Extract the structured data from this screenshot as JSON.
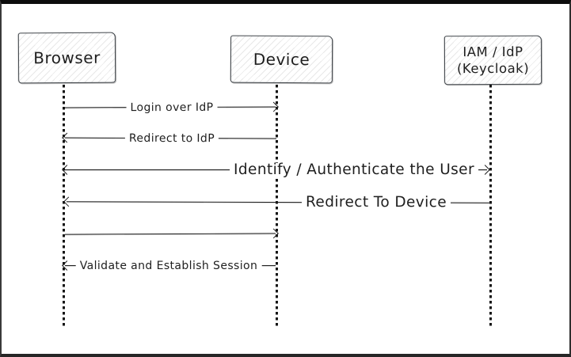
{
  "diagram": {
    "type": "sequence",
    "actors": [
      {
        "id": "browser",
        "label": "Browser"
      },
      {
        "id": "device",
        "label": "Device"
      },
      {
        "id": "iam",
        "label_line1": "IAM / IdP",
        "label_line2": "(Keycloak)"
      }
    ],
    "messages": [
      {
        "from": "Browser",
        "to": "Device",
        "direction": "right",
        "label": "Login over IdP"
      },
      {
        "from": "Device",
        "to": "Browser",
        "direction": "left",
        "label": "Redirect to IdP"
      },
      {
        "from": "Browser",
        "to": "IAM / IdP (Keycloak)",
        "direction": "both",
        "label": "Identify / Authenticate the User"
      },
      {
        "from": "IAM / IdP (Keycloak)",
        "to": "Browser",
        "direction": "left",
        "label": "Redirect To Device"
      },
      {
        "from": "Browser",
        "to": "Device",
        "direction": "right",
        "label": ""
      },
      {
        "from": "Device",
        "to": "Browser",
        "direction": "left",
        "label": "Validate and Establish Session"
      }
    ],
    "colors": {
      "stroke": "#1e1e1e",
      "box_fill": "#ffffff",
      "hatch": "#d9d9d9",
      "frame": "#111111",
      "background": "#ffffff"
    }
  }
}
